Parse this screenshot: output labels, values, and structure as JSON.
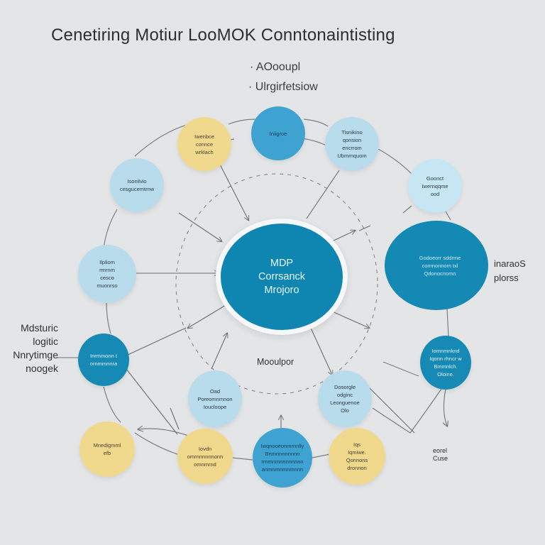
{
  "header": {
    "title": "Cenetiring Motiur LooMOK Conntonaintisting",
    "subtitle_1": "· AOooupl",
    "subtitle_2": "· Ulrgirfetsiow"
  },
  "center_node": {
    "label": "MDP\nCorrsanck\nMrojoro",
    "color": "#0f86b1"
  },
  "nodes": [
    {
      "id": "top-yellow",
      "color": "yellow",
      "label": "Iwenbce\nconnce\nwrklach"
    },
    {
      "id": "top-blue",
      "color": "mid",
      "label": "Iniigroe"
    },
    {
      "id": "top-right-light",
      "color": "light",
      "label": "Tisnikino\nqonsion\nencrrom\nUbmrnquom"
    },
    {
      "id": "upper-left-light",
      "color": "light",
      "label": "Isonilvio\ncesgucemtrnw"
    },
    {
      "id": "right-pale",
      "color": "pale",
      "label": "Goonct\nIwernqqme\nood"
    },
    {
      "id": "left-light",
      "color": "light",
      "label": "Ilpliom\nrmrnm\ncesco\nmuonrso"
    },
    {
      "id": "left-dark",
      "color": "dark",
      "label": "Inrmmonn t\nornmmnnra"
    },
    {
      "id": "right-dark",
      "color": "dark",
      "label": "Iomnmnknd\nIqonn rhncr w\nBmmnlch. Oloine."
    },
    {
      "id": "lower-left-light",
      "color": "light",
      "label": "Oad\nPoreomnmnon\nIoucloope"
    },
    {
      "id": "lower-right-light",
      "color": "light",
      "label": "Dosorgle\nodginc\nLeonguenoe\nOlo"
    },
    {
      "id": "bottom-left-yellow",
      "color": "yellow",
      "label": "Mnedigmml\nefb"
    },
    {
      "id": "bottom-yellow-2",
      "color": "yellow",
      "label": "Iovdn\nomrnnnnnnonn\nomnmrnd"
    },
    {
      "id": "bottom-blue",
      "color": "mid",
      "label": "Iwqnooeonmrnnlly\nBnmnnnnnnnn\nrrnmnmnnnnnnnn\nanmnmnmnmnnn"
    },
    {
      "id": "bottom-right-yellow",
      "color": "yellow",
      "label": "Iqs\nIqmiwe.\nQonnons\ndronnon"
    }
  ],
  "drop_node": {
    "label": "Godoeorr sddrme\ncomnonnom txl\nQdonocnomn",
    "color": "#1389b4"
  },
  "side_labels": {
    "right": "inaraoS\nplorss",
    "left": "Mdsturic\nlogitic\nNnrytimge\nnoogek",
    "middle": "Mooulpor",
    "bottom_right": "eorel\nCuse"
  },
  "palette": {
    "background": "#e4e5e7",
    "yellow": "#f0d98c",
    "light_blue": "#b9dcec",
    "pale_blue": "#c7e6f3",
    "mid_blue": "#3fa3d1",
    "dark_blue": "#1689b5",
    "line": "#6b6e73"
  }
}
